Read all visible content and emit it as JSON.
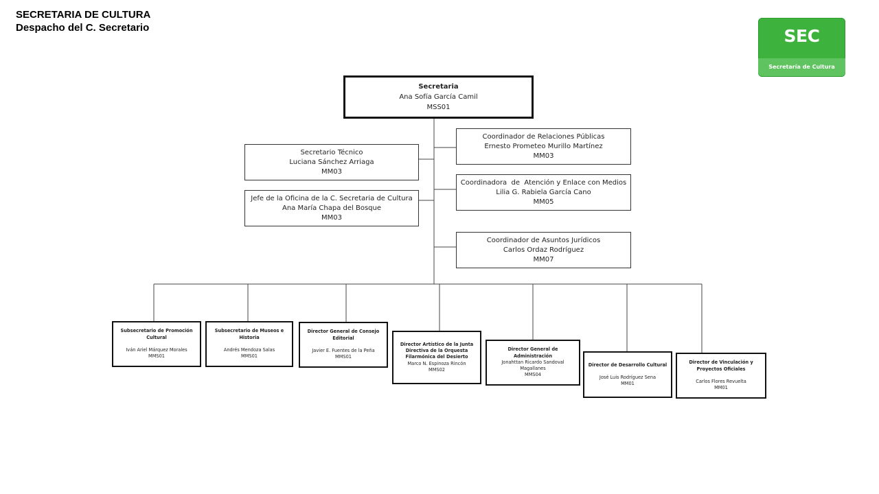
{
  "header": {
    "title": "SECRETARIA DE CULTURA",
    "subtitle": "Despacho del C. Secretario"
  },
  "logo": {
    "text": "SEC",
    "subtext": "Secretaría de Cultura",
    "color": "#3db33d"
  },
  "top": {
    "title": "Secretaria",
    "name": "Ana Sofía García Camil",
    "code": "MSS01"
  },
  "staff_left": [
    {
      "title": "Secretario Técnico",
      "name": "Luciana Sánchez Arriaga",
      "code": "MM03"
    },
    {
      "title": "Jefe de la Oficina de la C. Secretaria de Cultura",
      "name": "Ana María Chapa del Bosque",
      "code": "MM03"
    }
  ],
  "staff_right": [
    {
      "title": "Coordinador de Relaciones Públicas",
      "name": "Ernesto Prometeo Murillo Martínez",
      "code": "MM03"
    },
    {
      "title": "Coordinadora  de  Atención y Enlace con Medios",
      "name": "Lilia G. Rabiela García Cano",
      "code": "MM05"
    },
    {
      "title": "Coordinador de Asuntos Jurídicos",
      "name": "Carlos Ordaz Rodríguez",
      "code": "MM07"
    }
  ],
  "units": [
    {
      "title": "Subsecretario de Promoción Cultural",
      "name": "Iván Ariel Márquez Morales",
      "code": "MMS01"
    },
    {
      "title": "Subsecretario de Museos e Historia",
      "name": "Andrés Mendoza Salas",
      "code": "MMS01"
    },
    {
      "title": "Director General de Consejo Editorial",
      "name": "Javier E. Fuentes de la Peña",
      "code": "MMS01"
    },
    {
      "title": "Director Artístico de la Junta Directiva de la Orquesta Filarmónica  del Desierto",
      "name": "Marco N. Espinoza Rincón",
      "code": "MMS02"
    },
    {
      "title": "Director General de Administración",
      "name": "Jonahttan Ricardo Sandoval Magallanes",
      "code": "MMS04"
    },
    {
      "title": "Director  de  Desarrollo Cultural",
      "name": "José Luis Rodríguez Sena",
      "code": "MM01"
    },
    {
      "title": "Director de Vinculación y Proyectos Oficiales",
      "name": "Carlos Flores Revuelta",
      "code": "MM01"
    }
  ]
}
